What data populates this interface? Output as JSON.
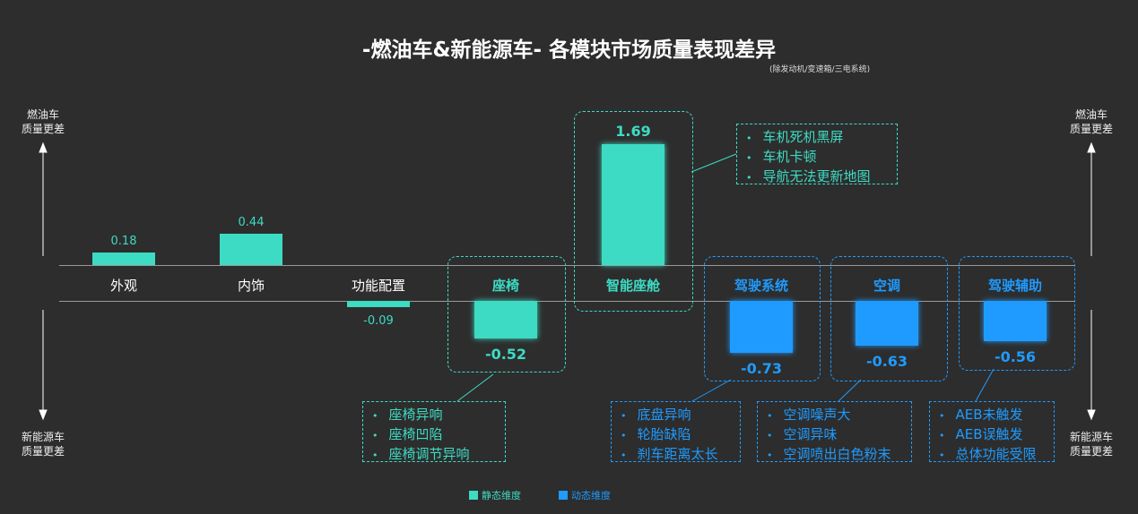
{
  "title": "-燃油车&新能源车- 各模块市场质量表现差异",
  "subtitle": "(除发动机/变速箱/三电系统)",
  "side_labels": {
    "top": [
      "燃油车",
      "质量更差"
    ],
    "bottom": [
      "新能源车",
      "质量更差"
    ]
  },
  "colors": {
    "static": "#3ddbc3",
    "dynamic": "#1f9bff",
    "background": "#2d2d2d"
  },
  "chart_data": {
    "type": "bar",
    "title": "-燃油车&新能源车- 各模块市场质量表现差异",
    "categories": [
      "外观",
      "内饰",
      "功能配置",
      "座椅",
      "智能座舱",
      "驾驶系统",
      "空调",
      "驾驶辅助"
    ],
    "values": [
      0.18,
      0.44,
      -0.09,
      -0.52,
      1.69,
      -0.73,
      -0.63,
      -0.56
    ],
    "value_labels": [
      "0.18",
      "0.44",
      "-0.09",
      "-0.52",
      "1.69",
      "-0.73",
      "-0.63",
      "-0.56"
    ],
    "dimension": [
      "static",
      "static",
      "static",
      "static",
      "static",
      "dynamic",
      "dynamic",
      "dynamic"
    ],
    "highlighted": [
      false,
      false,
      false,
      true,
      true,
      true,
      true,
      true
    ],
    "legend": [
      {
        "key": "static",
        "label": "静态维度"
      },
      {
        "key": "dynamic",
        "label": "动态维度"
      }
    ],
    "legend_placement": "bottom"
  },
  "callouts": [
    {
      "category": "智能座舱",
      "items": [
        "车机死机黑屏",
        "车机卡顿",
        "导航无法更新地图"
      ]
    },
    {
      "category": "座椅",
      "items": [
        "座椅异响",
        "座椅凹陷",
        "座椅调节异响"
      ]
    },
    {
      "category": "驾驶系统",
      "items": [
        "底盘异响",
        "轮胎缺陷",
        "刹车距离太长"
      ]
    },
    {
      "category": "空调",
      "items": [
        "空调噪声大",
        "空调异味",
        "空调喷出白色粉末"
      ]
    },
    {
      "category": "驾驶辅助",
      "items": [
        "AEB未触发",
        "AEB误触发",
        "总体功能受限"
      ]
    }
  ]
}
